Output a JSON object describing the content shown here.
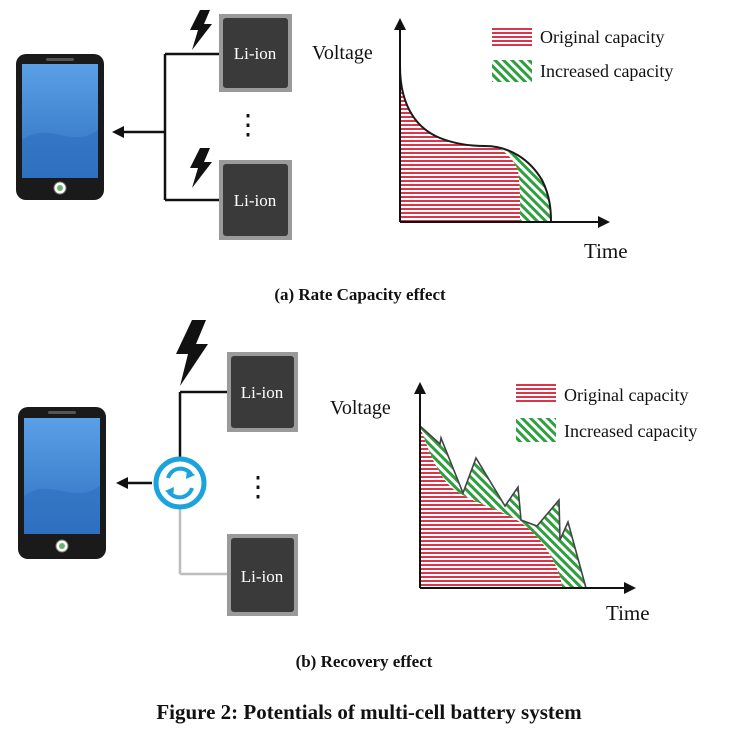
{
  "figure": {
    "caption": "Figure 2: Potentials of multi-cell battery system",
    "colors": {
      "original_capacity": "#d9364b",
      "increased_capacity": "#2e9e3f",
      "curve": "#1a1a1a",
      "battery_body": "#3a3a3a",
      "battery_frame": "#9a9a9a",
      "phone_screen": "#3f86d6",
      "recovery_switch": "#1aa3dd"
    }
  },
  "panel_a": {
    "caption": "(a) Rate Capacity effect",
    "battery_labels": [
      "Li-ion",
      "Li-ion"
    ],
    "ellipsis": "⋮",
    "chart": {
      "y_label": "Voltage",
      "x_label": "Time",
      "legend": {
        "original": "Original capacity",
        "increased": "Increased capacity"
      }
    }
  },
  "panel_b": {
    "caption": "(b) Recovery effect",
    "battery_labels": [
      "Li-ion",
      "Li-ion"
    ],
    "ellipsis": "⋮",
    "chart": {
      "y_label": "Voltage",
      "x_label": "Time",
      "legend": {
        "original": "Original capacity",
        "increased": "Increased capacity"
      }
    }
  }
}
